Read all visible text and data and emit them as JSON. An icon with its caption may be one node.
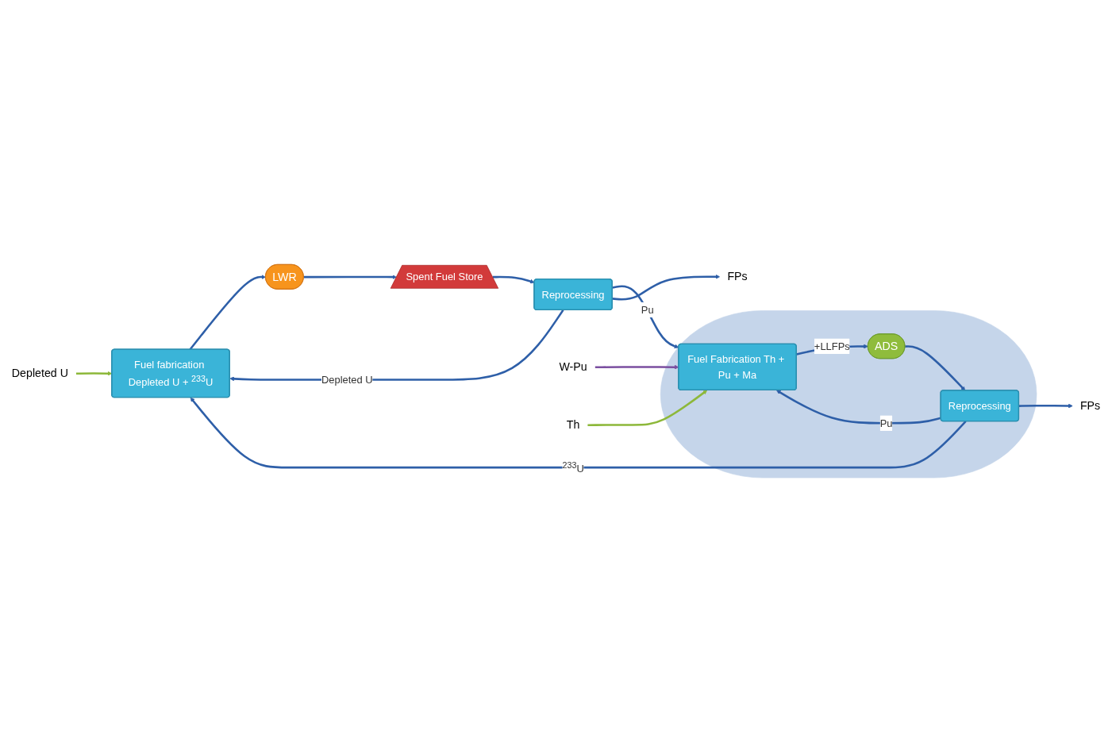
{
  "diagram": {
    "nodes": [
      {
        "text": [
          "Depleted U"
        ]
      },
      {
        "text": [
          "Fuel fabrication Depleted U + $^{233}$U"
        ]
      },
      {
        "text": [
          "LWR"
        ]
      },
      {
        "text": [
          "Spent Fuel Store"
        ]
      },
      {
        "text": [],
        "shape": "ellipse"
      },
      {
        "text": [
          "Reprocessing"
        ],
        "in": 4
      },
      {
        "text": [
          "Fuel Fabrication Th + Pu + Ma"
        ],
        "in": 4
      },
      {
        "text": [
          "ADS"
        ],
        "in": 4
      },
      {
        "text": [
          "Reprocessing"
        ]
      },
      {
        "text": [
          "FPs"
        ]
      },
      {
        "text": [
          "FPs"
        ]
      },
      {
        "text": [
          "W-Pu"
        ]
      },
      {
        "text": [
          "Th"
        ]
      }
    ],
    "edges": [
      {
        "from": 0,
        "to": 1,
        "arrow": "to",
        "color": "#8db83a"
      },
      {
        "from": 1,
        "to": 2,
        "arrow": "to"
      },
      {
        "from": 2,
        "to": 3,
        "arrow": "to"
      },
      {
        "from": 3,
        "to": 8,
        "arrow": "to"
      },
      {
        "from": 8,
        "to": 1,
        "arrow": "to",
        "label": "Depleted U"
      },
      {
        "from": 8,
        "to": 6,
        "arrow": "to",
        "label": "Pu"
      },
      {
        "from": 8,
        "to": 10,
        "arrow": "to"
      },
      {
        "from": 5,
        "to": 1,
        "arrow": "to",
        "label": "$^{233}$U"
      },
      {
        "from": 5,
        "to": 6,
        "arrow": "to",
        "label": "Pu"
      },
      {
        "from": 5,
        "to": 9,
        "arrow": "to"
      },
      {
        "from": 7,
        "to": 5,
        "arrow": "to"
      },
      {
        "from": 6,
        "to": 7,
        "arrow": "to",
        "label": "+LLFPs"
      },
      {
        "from": 11,
        "to": 6,
        "arrow": "to",
        "color": "#7b4fa0"
      },
      {
        "from": 12,
        "to": 6,
        "arrow": "to",
        "color": "#8db83a"
      }
    ]
  }
}
